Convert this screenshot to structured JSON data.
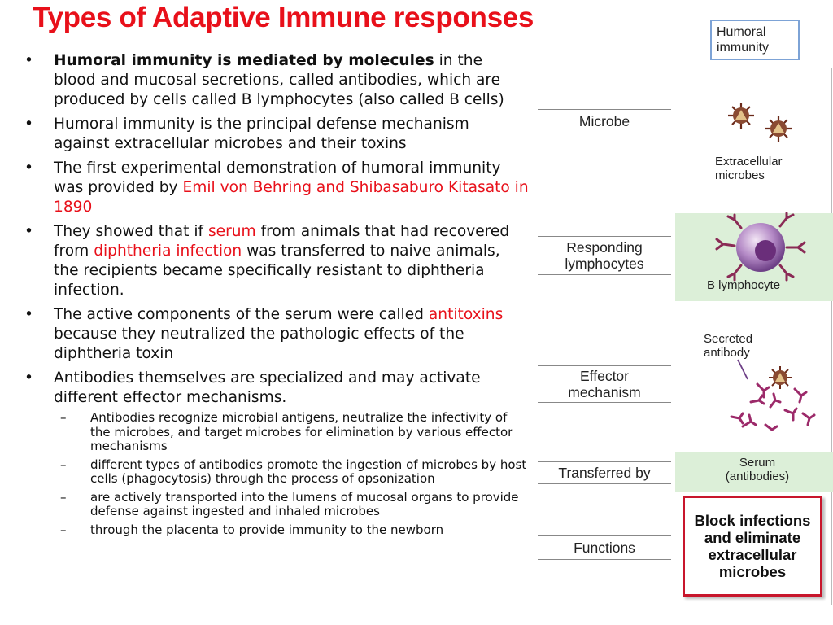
{
  "title": "Types of Adaptive Immune responses",
  "bullets": {
    "b1_bold": "Humoral immunity is mediated by molecules",
    "b1_rest": " in the blood and mucosal secretions, called antibodies, which are produced by cells called B lymphocytes (also called B cells)",
    "b2": "Humoral immunity is the principal defense mechanism against extracellular microbes and their toxins",
    "b3_pre": "The first experimental demonstration of humoral immunity was provided by ",
    "b3_red": "Emil von Behring and Shibasaburo Kitasato in 1890",
    "b4_a": "They showed that if ",
    "b4_red1": "serum",
    "b4_b": " from animals that had recovered from ",
    "b4_red2": "diphtheria infection",
    "b4_c": " was transferred to naive animals, the recipients became specifically resistant to diphtheria infection.",
    "b5_a": "The active components of the serum were called ",
    "b5_red": "antitoxins",
    "b5_b": " because they neutralized the pathologic effects of the diphtheria toxin",
    "b6": "Antibodies themselves are specialized and may activate different effector mechanisms.",
    "sub1": " Antibodies recognize microbial antigens, neutralize the infectivity of the microbes, and target microbes for elimination by various effector mechanisms",
    "sub2": "different types of antibodies promote the ingestion of microbes by host cells (phagocytosis) through the process of opsonization",
    "sub3": "are actively transported into the lumens of mucosal organs to provide defense against ingested and inhaled microbes",
    "sub4": "through the placenta to provide immunity to the newborn"
  },
  "figure": {
    "header": "Humoral immunity",
    "rows": {
      "microbe": "Microbe",
      "responding": "Responding lymphocytes",
      "effector": "Effector mechanism",
      "transferred": "Transferred by",
      "functions": "Functions"
    },
    "captions": {
      "extracellular": "Extracellular microbes",
      "blymph": "B lymphocyte",
      "secreted": "Secreted antibody",
      "serum": "Serum (antibodies)",
      "block": "Block infections and eliminate extracellular microbes"
    }
  },
  "colors": {
    "title": "#e8101a",
    "highlight": "#e8101a",
    "green_band": "#dcefd8",
    "block_border": "#c8162c",
    "header_border": "#7da3d6"
  }
}
